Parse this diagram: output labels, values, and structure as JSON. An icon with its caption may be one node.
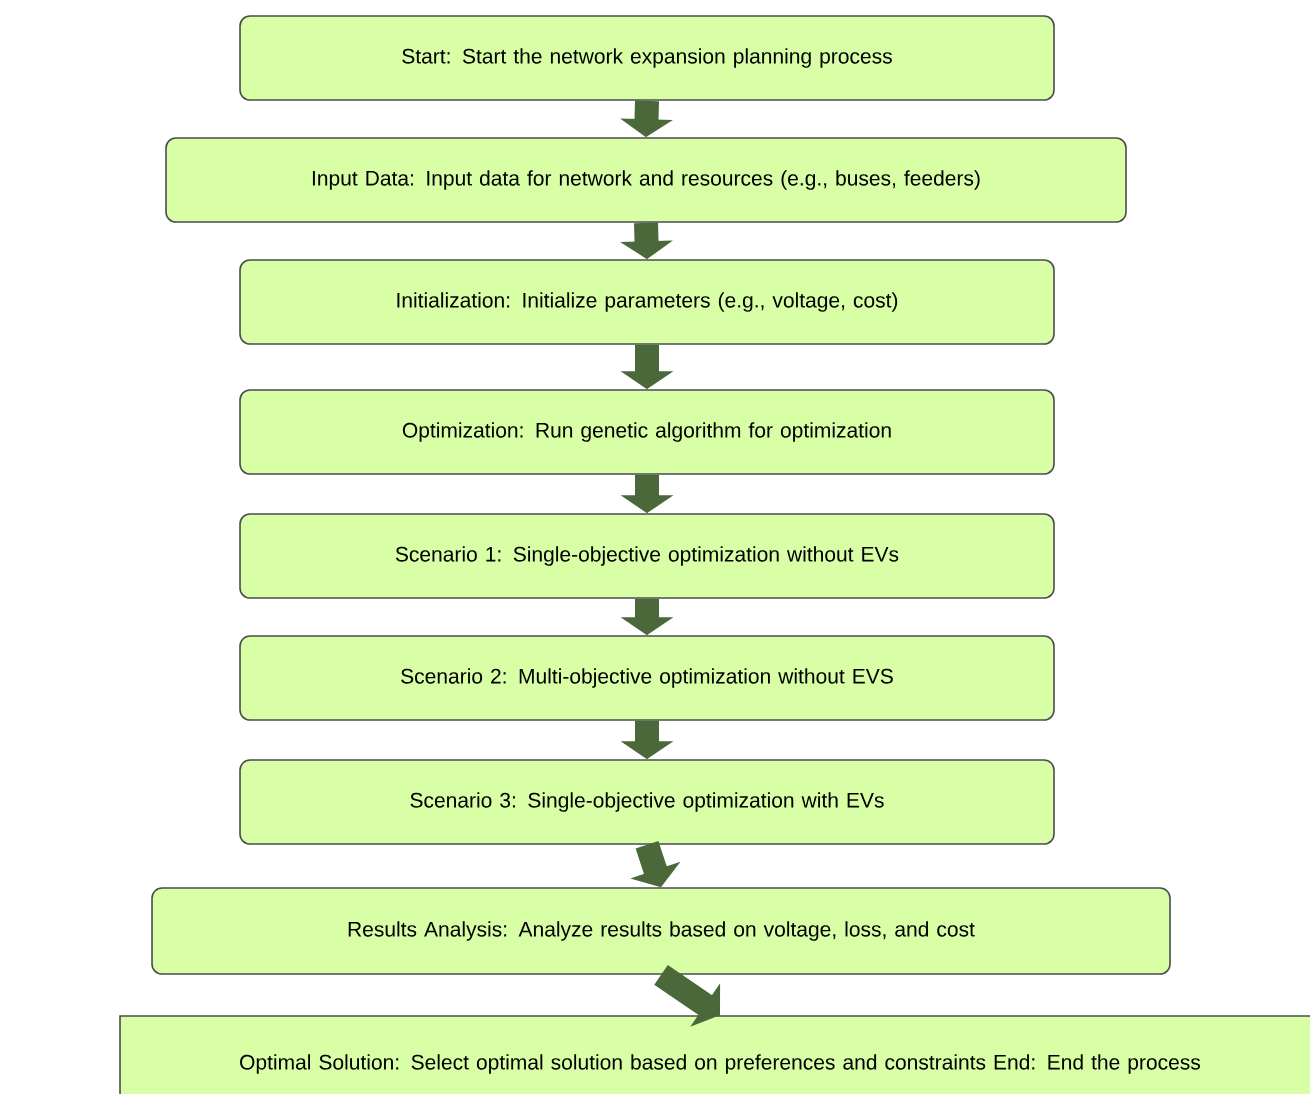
{
  "diagram": {
    "nodes": [
      {
        "text": [
          "Start: Start the network expansion planning process"
        ]
      },
      {
        "text": [
          "Input Data: Input data for network and resources (e.g., buses, feeders)"
        ]
      },
      {
        "text": [
          "Initialization: Initialize parameters (e.g., voltage, cost)"
        ]
      },
      {
        "text": [
          "Optimization: Run genetic algorithm for optimization"
        ]
      },
      {
        "text": [
          "Scenario 1: Single-objective optimization without EVs"
        ]
      },
      {
        "text": [
          "Scenario 2: Multi-objective optimization without EVS"
        ]
      },
      {
        "text": [
          "Scenario 3: Single-objective optimization with EVs"
        ]
      },
      {
        "text": [
          "Results Analysis: Analyze results based on voltage, loss, and cost"
        ]
      },
      {
        "text": [
          "Optimal Solution: Select optimal solution based on preferences and constraints End: End the process"
        ]
      }
    ],
    "edges": [
      {
        "from": 0,
        "to": 1,
        "arrow": "to"
      },
      {
        "from": 1,
        "to": 2,
        "arrow": "to"
      },
      {
        "from": 2,
        "to": 3,
        "arrow": "to"
      },
      {
        "from": 3,
        "to": 4,
        "arrow": "to"
      },
      {
        "from": 4,
        "to": 5,
        "arrow": "to"
      },
      {
        "from": 5,
        "to": 6,
        "arrow": "to"
      },
      {
        "from": 6,
        "to": 7,
        "arrow": "to"
      },
      {
        "from": 7,
        "to": 8,
        "arrow": "to"
      }
    ]
  }
}
